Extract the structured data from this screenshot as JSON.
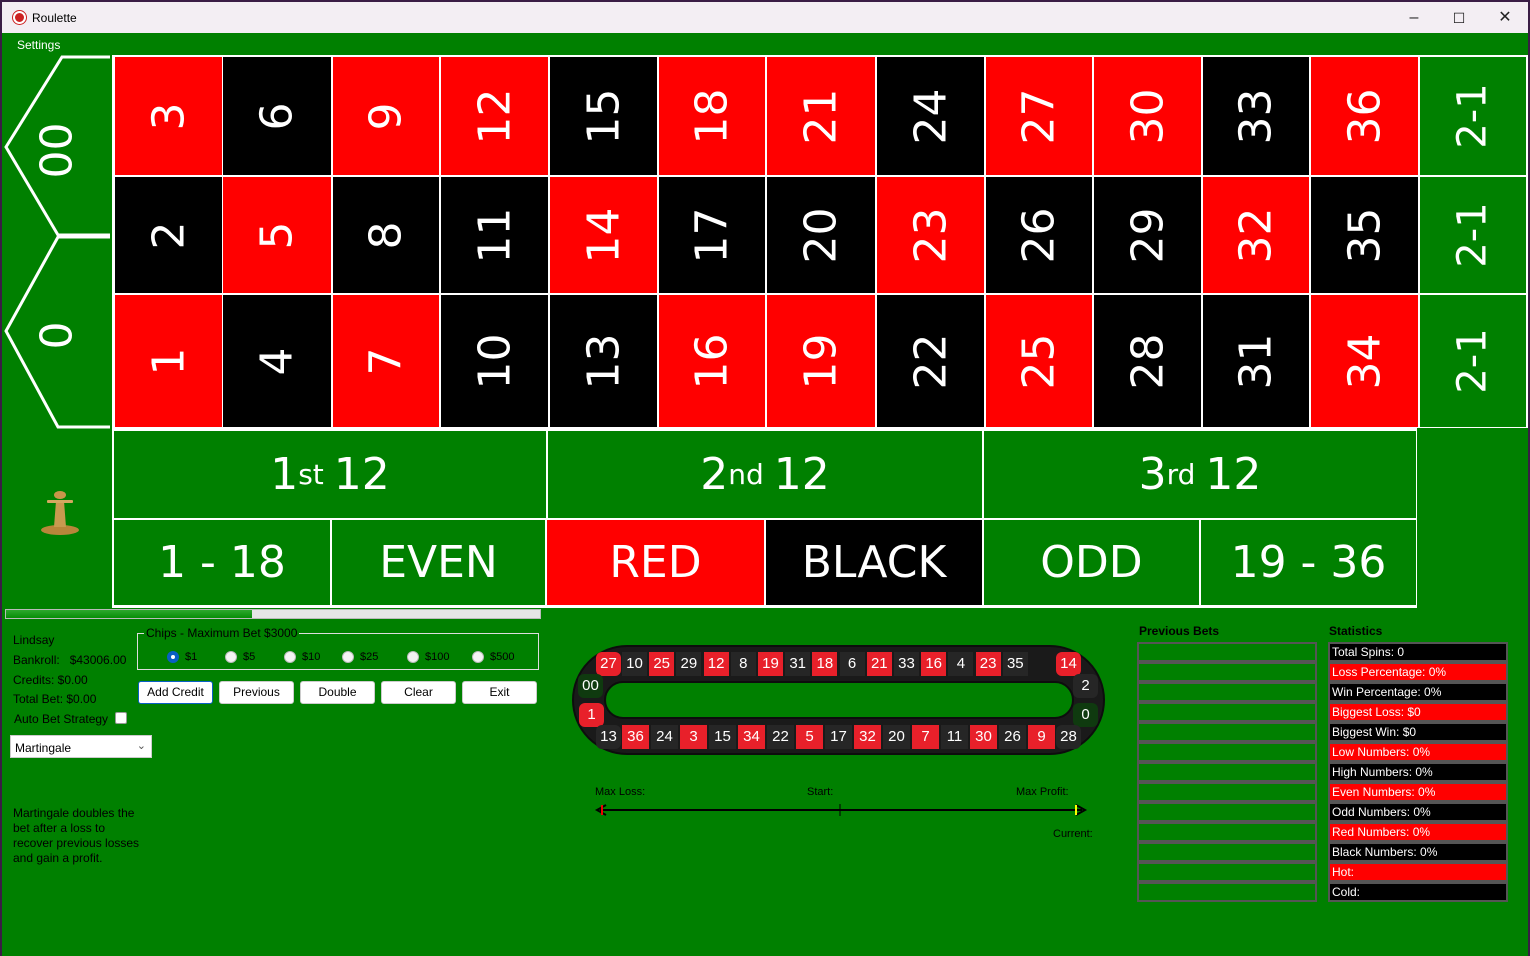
{
  "window": {
    "title": "Roulette",
    "minimize_icon": "minimize-icon",
    "maximize_icon": "maximize-icon",
    "close_icon": "close-icon"
  },
  "menu": {
    "settings": "Settings"
  },
  "colors": {
    "red": "#ff0000",
    "black": "#000000",
    "felt": "#008000",
    "wheel_red": "#e8202a"
  },
  "table": {
    "zero": "0",
    "double_zero": "00",
    "top_row": [
      "3",
      "6",
      "9",
      "12",
      "15",
      "18",
      "21",
      "24",
      "27",
      "30",
      "33",
      "36"
    ],
    "middle_row": [
      "2",
      "5",
      "8",
      "11",
      "14",
      "17",
      "20",
      "23",
      "26",
      "29",
      "32",
      "35"
    ],
    "bottom_row": [
      "1",
      "4",
      "7",
      "10",
      "13",
      "16",
      "19",
      "22",
      "25",
      "28",
      "31",
      "34"
    ],
    "red_numbers": [
      "1",
      "3",
      "5",
      "7",
      "9",
      "12",
      "14",
      "16",
      "18",
      "19",
      "21",
      "23",
      "25",
      "27",
      "30",
      "32",
      "34",
      "36"
    ],
    "column_bets": [
      "2-1",
      "2-1",
      "2-1"
    ],
    "dozens": [
      {
        "ord": "1",
        "sup": "st",
        "num": "12"
      },
      {
        "ord": "2",
        "sup": "nd",
        "num": "12"
      },
      {
        "ord": "3",
        "sup": "rd",
        "num": "12"
      }
    ],
    "outside": {
      "low": "1 - 18",
      "even": "EVEN",
      "red": "RED",
      "black": "BLACK",
      "odd": "ODD",
      "high": "19 - 36"
    },
    "dealer_icon": "dolly-marker-icon"
  },
  "progress": {
    "percent": 46
  },
  "player": {
    "name": "Lindsay",
    "bankroll": "Bankroll:   $43006.00",
    "credits": "Credits: $0.00",
    "total_bet": "Total Bet: $0.00",
    "auto_bet_label": "Auto Bet Strategy",
    "auto_bet_checked": false,
    "strategy": "Martingale",
    "description": "Martingale doubles the bet after a loss to recover previous losses and gain a profit."
  },
  "chips": {
    "legend": "Chips - Maximum Bet $3000",
    "options": [
      "$1",
      "$5",
      "$10",
      "$25",
      "$100",
      "$500"
    ],
    "selected": "$1"
  },
  "buttons": {
    "add_credit": "Add Credit",
    "previous": "Previous",
    "double": "Double",
    "clear": "Clear",
    "exit": "Exit"
  },
  "wheel": {
    "top": [
      "10",
      "25",
      "29",
      "12",
      "8",
      "19",
      "31",
      "18",
      "6",
      "21",
      "33",
      "16",
      "4",
      "23",
      "35"
    ],
    "bottom": [
      "36",
      "24",
      "3",
      "15",
      "34",
      "22",
      "5",
      "17",
      "32",
      "20",
      "7",
      "11",
      "30",
      "26",
      "9"
    ],
    "left_end": [
      "27",
      "00",
      "1",
      "13"
    ],
    "right_end": [
      "14",
      "2",
      "0",
      "28"
    ]
  },
  "profit_line": {
    "max_loss": "Max Loss:",
    "start": "Start:",
    "max_profit": "Max Profit:",
    "current": "Current:"
  },
  "previous_bets": {
    "title": "Previous Bets",
    "rows": [
      "",
      "",
      "",
      "",
      "",
      "",
      "",
      "",
      "",
      "",
      "",
      "",
      ""
    ]
  },
  "statistics": {
    "title": "Statistics",
    "rows": [
      "Total Spins: 0",
      "Loss Percentage: 0%",
      "Win Percentage: 0%",
      "Biggest Loss: $0",
      "Biggest Win: $0",
      "Low Numbers: 0%",
      "High Numbers: 0%",
      "Even Numbers: 0%",
      "Odd Numbers: 0%",
      "Red Numbers: 0%",
      "Black Numbers: 0%",
      "Hot:",
      "Cold:"
    ]
  }
}
